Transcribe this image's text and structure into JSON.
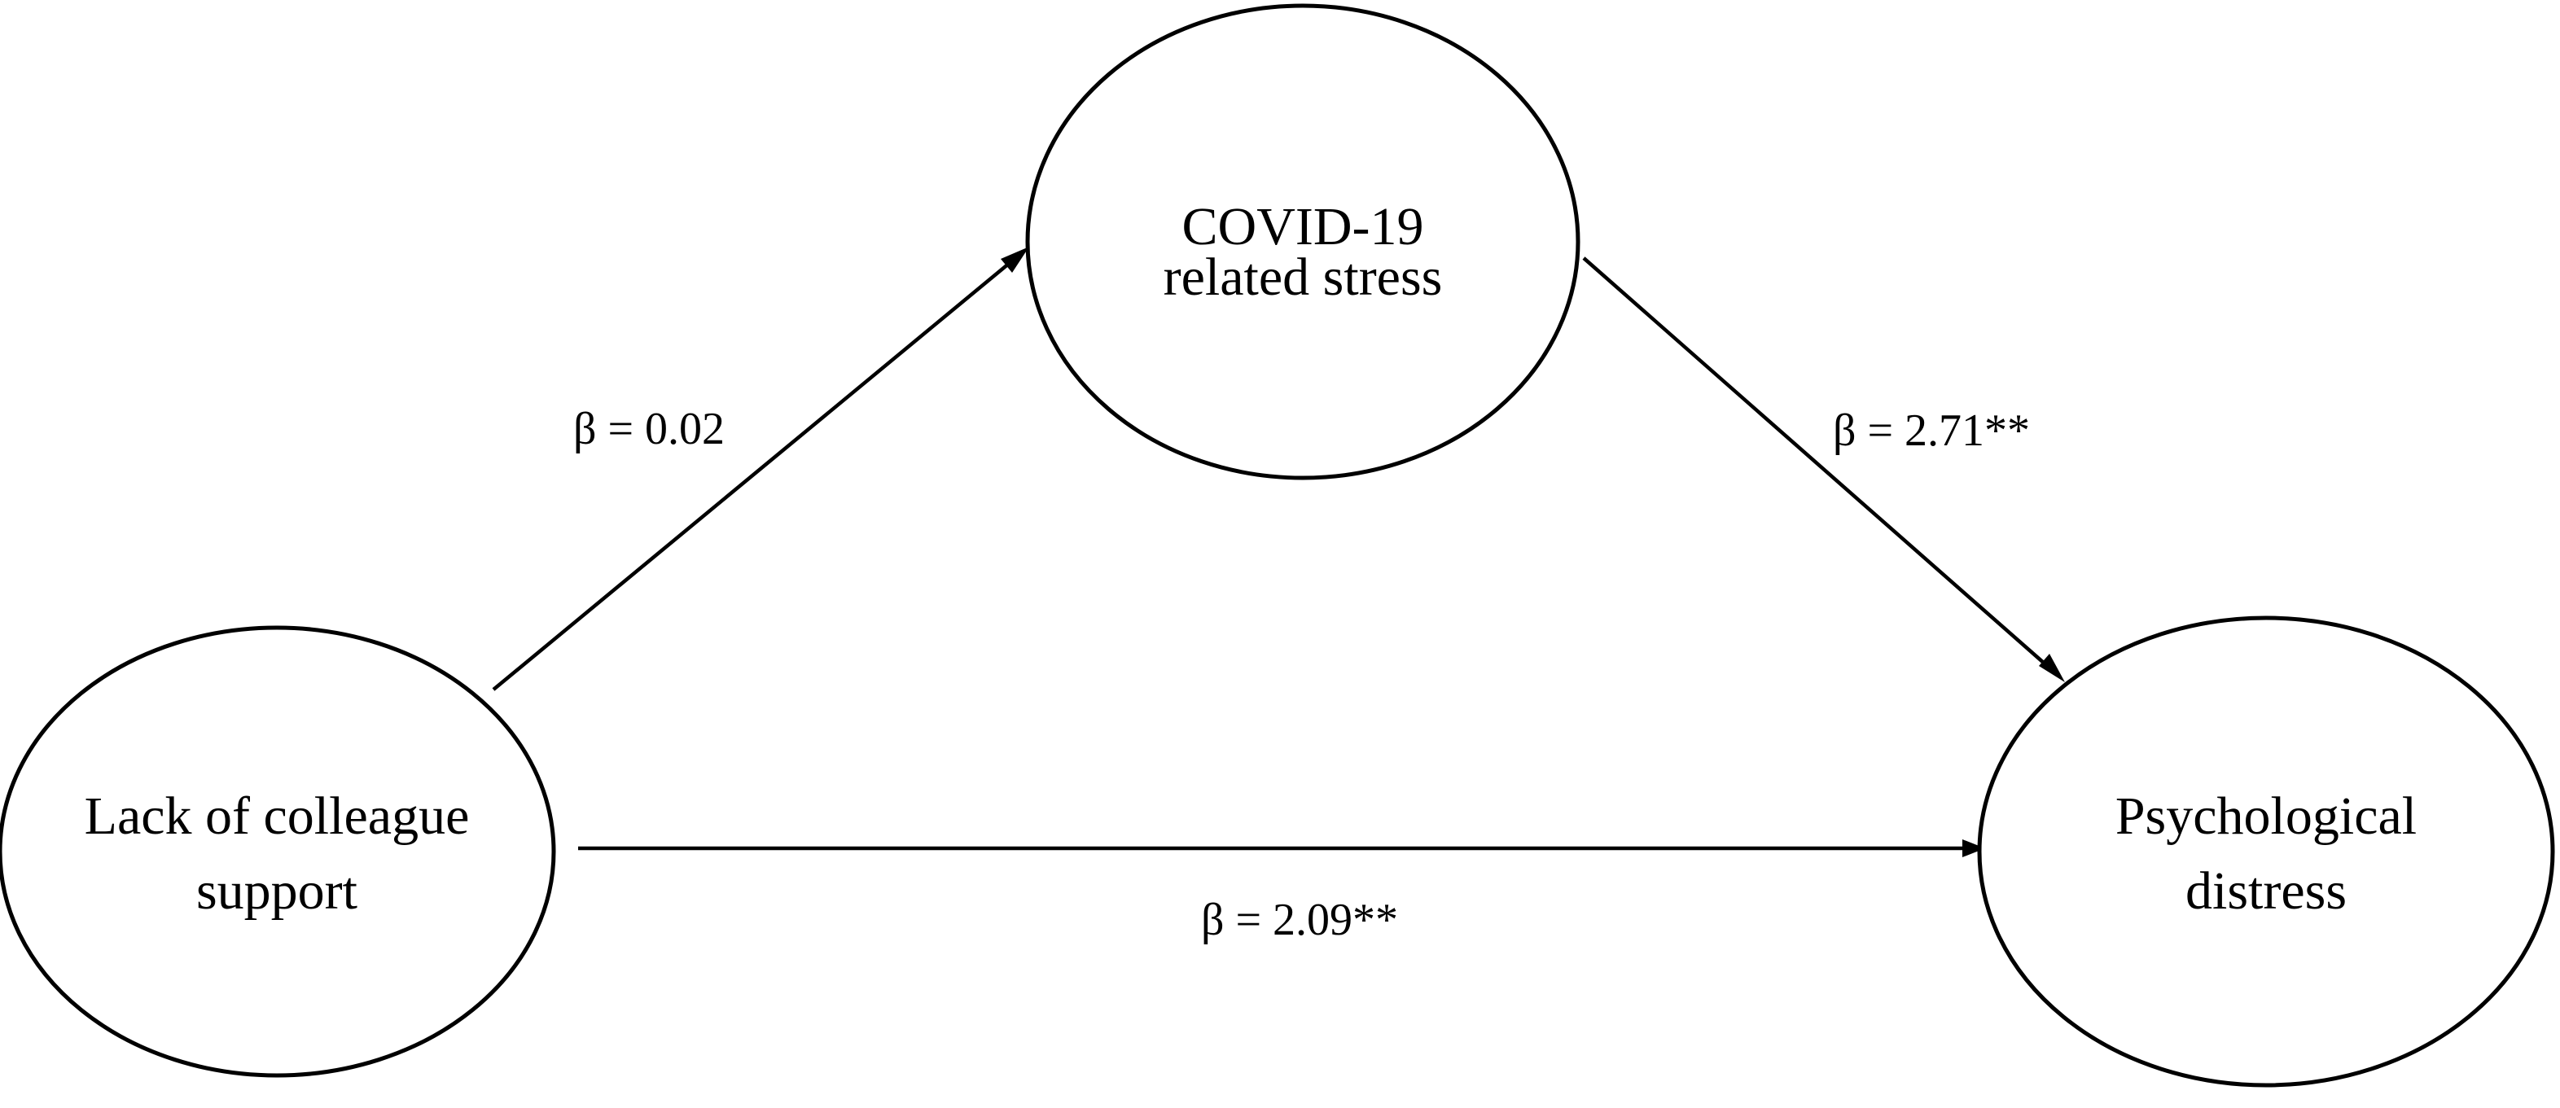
{
  "nodes": {
    "mediator": {
      "lines": [
        "COVID-19",
        "related stress"
      ]
    },
    "predictor": {
      "lines": [
        "Lack of colleague",
        "support"
      ]
    },
    "outcome": {
      "lines": [
        "Psychological",
        "distress"
      ]
    }
  },
  "edges": {
    "a_path": {
      "from": "predictor",
      "to": "mediator",
      "label": "β = 0.02"
    },
    "b_path": {
      "from": "mediator",
      "to": "outcome",
      "label": "β = 2.71**"
    },
    "c_path": {
      "from": "predictor",
      "to": "outcome",
      "label": "β = 2.09**"
    }
  },
  "colors": {
    "stroke": "#000000",
    "background": "#ffffff"
  }
}
